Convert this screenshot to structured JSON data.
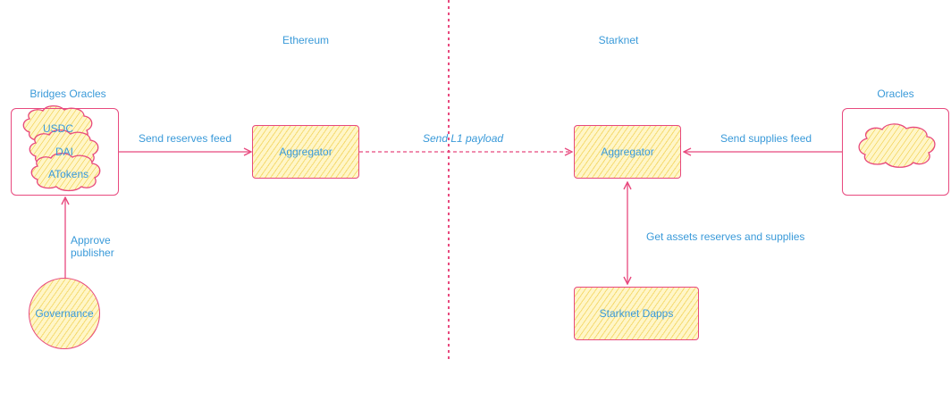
{
  "sections": {
    "ethereum": "Ethereum",
    "starknet": "Starknet"
  },
  "left": {
    "bridges_oracles_title": "Bridges Oracles",
    "clouds": [
      "USDC",
      "DAI",
      "ATokens"
    ],
    "send_reserves_label": "Send reserves feed",
    "aggregator_label": "Aggregator",
    "approve_label_line1": "Approve",
    "approve_label_line2": "publisher",
    "governance_label": "Governance"
  },
  "bridge": {
    "payload_label": "Send L1 payload"
  },
  "right": {
    "aggregator_label": "Aggregator",
    "send_supplies_label": "Send supplies feed",
    "oracles_title": "Oracles",
    "get_assets_label": "Get assets reserves and supplies",
    "dapps_label": "Starknet Dapps"
  },
  "colors": {
    "stroke": "#e8497e",
    "fill": "#fff6c8",
    "hatch": "#eec428",
    "text": "#3a9ad9"
  }
}
